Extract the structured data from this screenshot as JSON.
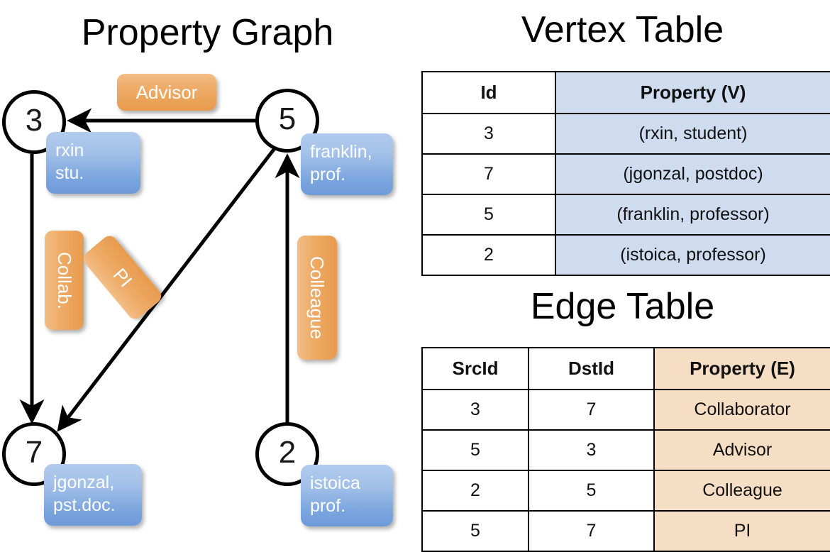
{
  "titles": {
    "property_graph": "Property Graph",
    "vertex_table": "Vertex Table",
    "edge_table": "Edge Table"
  },
  "colors": {
    "vertex_property_fill": "#cfdcf0",
    "edge_property_fill": "#f6dec4",
    "vertex_box_fill": "#7ba5de",
    "edge_label_fill": "#eeab67",
    "stroke": "#000000"
  },
  "graph": {
    "nodes": [
      {
        "id": "3",
        "property_line1": "rxin",
        "property_line2": "stu."
      },
      {
        "id": "5",
        "property_line1": "franklin,",
        "property_line2": "prof."
      },
      {
        "id": "7",
        "property_line1": "jgonzal,",
        "property_line2": "pst.doc."
      },
      {
        "id": "2",
        "property_line1": "istoica",
        "property_line2": "prof."
      }
    ],
    "edge_labels": [
      {
        "label": "Advisor",
        "orientation": "horizontal"
      },
      {
        "label": "Collab.",
        "orientation": "vertical"
      },
      {
        "label": "PI",
        "orientation": "diagonal"
      },
      {
        "label": "Colleague",
        "orientation": "vertical"
      }
    ],
    "edges": [
      {
        "src": "5",
        "dst": "3",
        "label": "Advisor"
      },
      {
        "src": "3",
        "dst": "7",
        "label": "Collab."
      },
      {
        "src": "5",
        "dst": "7",
        "label": "PI"
      },
      {
        "src": "2",
        "dst": "5",
        "label": "Colleague"
      }
    ]
  },
  "vertex_table": {
    "headers": [
      "Id",
      "Property (V)"
    ],
    "rows": [
      {
        "id": "3",
        "property": "(rxin, student)"
      },
      {
        "id": "7",
        "property": "(jgonzal, postdoc)"
      },
      {
        "id": "5",
        "property": "(franklin, professor)"
      },
      {
        "id": "2",
        "property": "(istoica, professor)"
      }
    ]
  },
  "edge_table": {
    "headers": [
      "SrcId",
      "DstId",
      "Property (E)"
    ],
    "rows": [
      {
        "src": "3",
        "dst": "7",
        "property": "Collaborator"
      },
      {
        "src": "5",
        "dst": "3",
        "property": "Advisor"
      },
      {
        "src": "2",
        "dst": "5",
        "property": "Colleague"
      },
      {
        "src": "5",
        "dst": "7",
        "property": "PI"
      }
    ]
  }
}
